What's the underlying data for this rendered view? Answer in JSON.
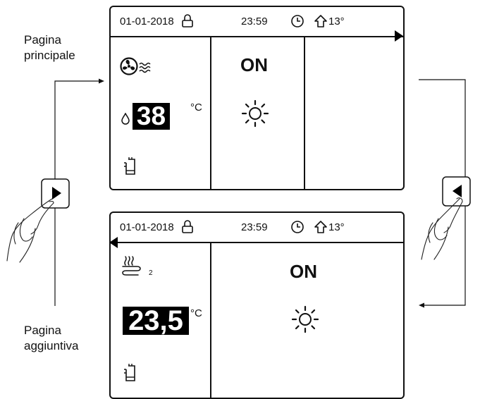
{
  "main_screen": {
    "date": "01-01-2018",
    "time": "23:59",
    "outdoor_temp": "13°",
    "status": "ON",
    "water_temp": "38",
    "unit": "°C",
    "icons": [
      "lock-icon",
      "clock-icon",
      "home-outline-icon",
      "fan-heat-icon",
      "water-drop-icon",
      "sun-icon",
      "tank-icon",
      "arrow-right-icon"
    ]
  },
  "extra_screen": {
    "date": "01-01-2018",
    "time": "23:59",
    "outdoor_temp": "13°",
    "status": "ON",
    "zone_temp": "23,5",
    "unit": "°C",
    "zone_index": "2",
    "icons": [
      "lock-icon",
      "clock-icon",
      "home-outline-icon",
      "floor-heating-icon",
      "sun-icon",
      "tank-icon",
      "arrow-left-icon"
    ]
  },
  "labels": {
    "main_page_line1": "Pagina",
    "main_page_line2": "principale",
    "extra_page_line1": "Pagina",
    "extra_page_line2": "aggiuntiva"
  },
  "buttons": {
    "right_icon": "play-right-icon",
    "left_icon": "play-left-icon"
  },
  "colors": {
    "ink": "#111111",
    "background": "#ffffff"
  }
}
